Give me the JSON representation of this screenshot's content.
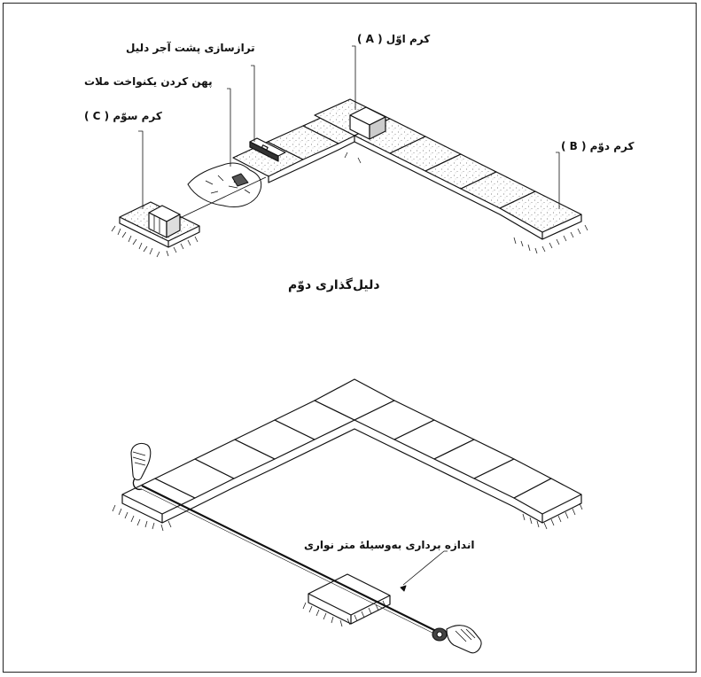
{
  "labels": {
    "leveling_back": "ترازسازی پشت آجر دلیل",
    "spread_mortar": "پهن کردن یکنواخت ملات",
    "course_a": "کرم اوّل ( A )",
    "course_b": "کرم دوّم ( B )",
    "course_c": "کرم سوّم ( C )",
    "tape_measure": "اندازه برداری به‌وسیلهٔ متر نواری"
  },
  "caption": "دلیل‌گذاری دوّم"
}
